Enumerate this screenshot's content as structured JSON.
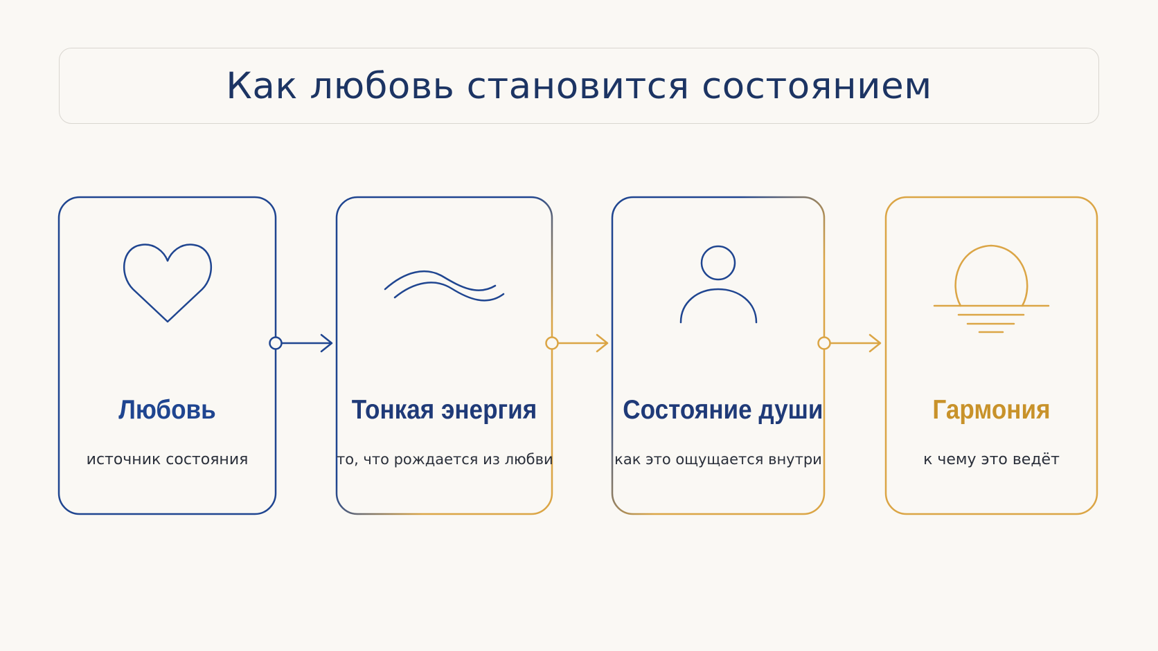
{
  "title": "Как любовь становится состоянием",
  "colors": {
    "blue": "#1f4590",
    "gold": "#dba545",
    "title_text": "#1c3463",
    "gold_text": "#c8922a"
  },
  "steps": [
    {
      "title": "Любовь",
      "subtitle": "источник состояния",
      "icon": "heart-icon"
    },
    {
      "title": "Тонкая энергия",
      "subtitle": "то, что рождается из любви",
      "icon": "waves-icon"
    },
    {
      "title": "Состояние души",
      "subtitle": "как это ощущается внутри",
      "icon": "person-icon"
    },
    {
      "title": "Гармония",
      "subtitle": "к чему это ведёт",
      "icon": "sunset-icon"
    }
  ]
}
